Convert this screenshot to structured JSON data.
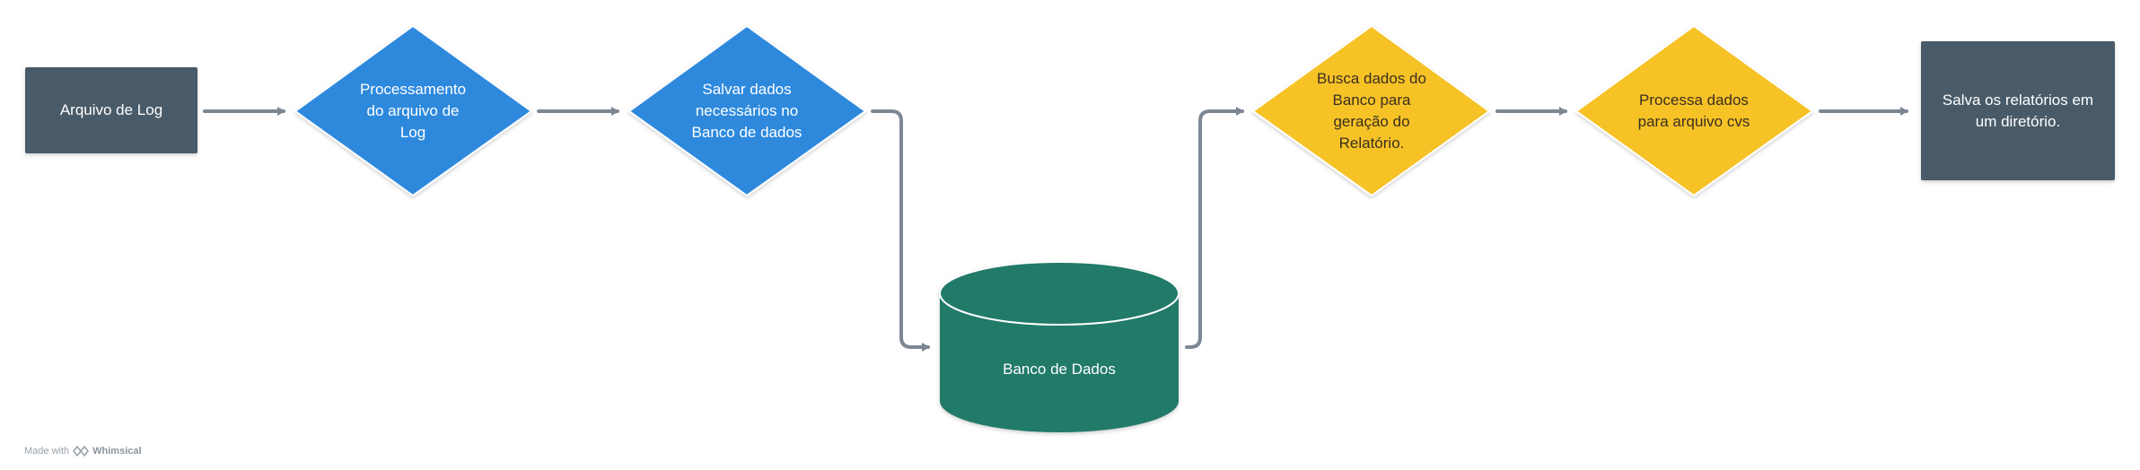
{
  "nodes": {
    "log_file": "Arquivo de Log",
    "process_log": "Processamento\ndo arquivo de\nLog",
    "save_data": "Salvar dados\nnecessários no\nBanco de dados",
    "database": "Banco de Dados",
    "fetch_data": "Busca dados do\nBanco para\ngeração do\nRelatório.",
    "process_csv": "Processa dados\npara arquivo cvs",
    "save_reports": "Salva os relatórios em\num diretório."
  },
  "footer": {
    "prefix": "Made with",
    "brand": "Whimsical"
  },
  "colors": {
    "slate": "#4a5a68",
    "blue": "#2e89dd",
    "green": "#217a69",
    "yellow": "#f6c227",
    "arrow": "#7d8794"
  }
}
